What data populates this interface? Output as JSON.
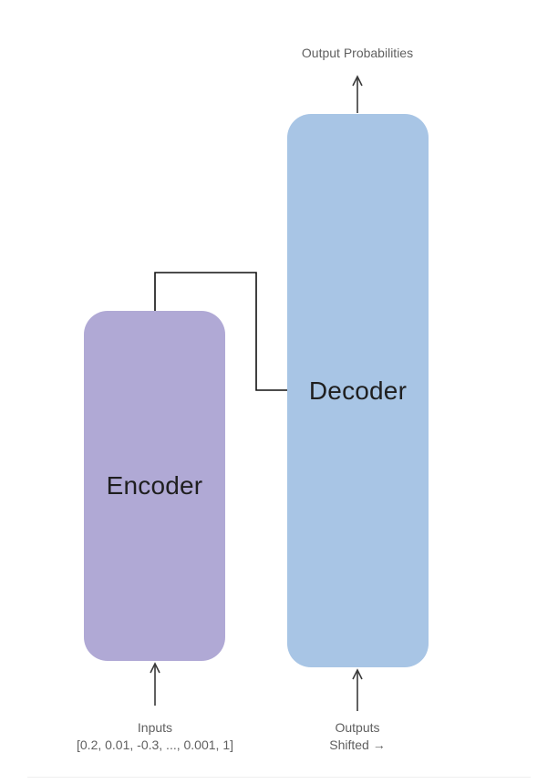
{
  "diagram": {
    "encoder": {
      "label": "Encoder",
      "color": "#b0a9d5"
    },
    "decoder": {
      "label": "Decoder",
      "color": "#a8c5e5"
    },
    "output_label": "Output Probabilities",
    "inputs": {
      "label": "Inputs",
      "values": "[0.2, 0.01, -0.3, ..., 0.001, 1]"
    },
    "outputs": {
      "label": "Outputs",
      "shifted": "Shifted →"
    },
    "connector_color": "#111111",
    "arrow_color": "#3a3a3a"
  }
}
